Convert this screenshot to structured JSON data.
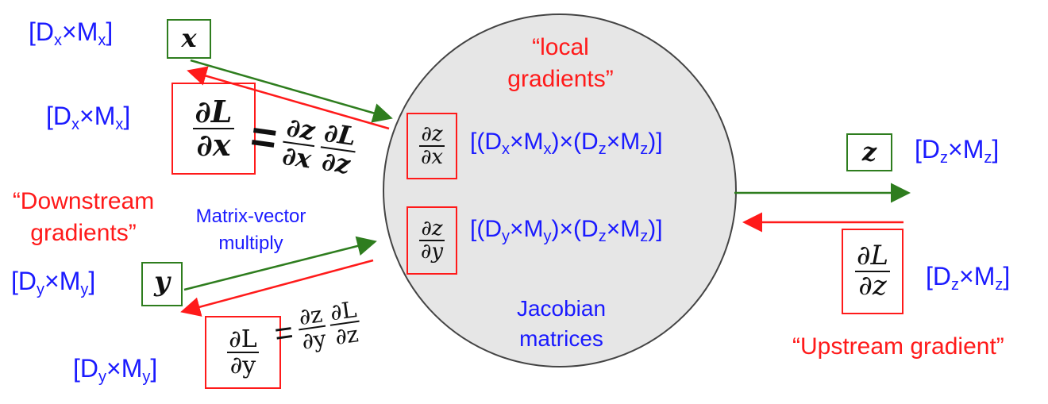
{
  "dims": {
    "x_top": {
      "base": "[D",
      "s1": "x",
      "mid": "×M",
      "s2": "x",
      "end": "]"
    },
    "x_grad": {
      "base": "[D",
      "s1": "x",
      "mid": "×M",
      "s2": "x",
      "end": "]"
    },
    "y_in": {
      "base": "[D",
      "s1": "y",
      "mid": "×M",
      "s2": "y",
      "end": "]"
    },
    "y_grad": {
      "base": "[D",
      "s1": "y",
      "mid": "×M",
      "s2": "y",
      "end": "]"
    },
    "z_out": {
      "base": "[D",
      "s1": "z",
      "mid": "×M",
      "s2": "z",
      "end": "]"
    },
    "z_grad": {
      "base": "[D",
      "s1": "z",
      "mid": "×M",
      "s2": "z",
      "end": "]"
    }
  },
  "jacobian_dims": {
    "dzdx": {
      "p1": "[(D",
      "s1": "x",
      "p2": "×M",
      "s2": "x",
      "p3": ")×(D",
      "s3": "z",
      "p4": "×M",
      "s4": "z",
      "p5": ")]"
    },
    "dzdy": {
      "p1": "[(D",
      "s1": "y",
      "p2": "×M",
      "s2": "y",
      "p3": ")×(D",
      "s3": "z",
      "p4": "×M",
      "s4": "z",
      "p5": ")]"
    }
  },
  "vars": {
    "x": "x",
    "y": "y",
    "z": "z"
  },
  "fractions": {
    "dzdx": {
      "num": "∂z",
      "den": "∂x"
    },
    "dzdy": {
      "num": "∂z",
      "den": "∂y"
    },
    "dLdz": {
      "num": "∂L",
      "den": "∂z"
    },
    "dLdx": {
      "num": "∂L",
      "den": "∂x"
    },
    "dLdy": {
      "num": "∂L",
      "den": "∂y"
    }
  },
  "equals": "=",
  "labels": {
    "local_gradients": [
      "“local",
      "gradients”"
    ],
    "downstream_gradients": [
      "“Downstream",
      "gradients”"
    ],
    "matrix_vector": [
      "Matrix-vector",
      "multiply"
    ],
    "jacobian": [
      "Jacobian",
      "matrices"
    ],
    "upstream_gradient": "“Upstream gradient”"
  },
  "colors": {
    "blue_text": "#1a1aff",
    "red": "#ff1a1a",
    "green": "#2e7d1e",
    "circle_fill": "#e6e6e6"
  }
}
